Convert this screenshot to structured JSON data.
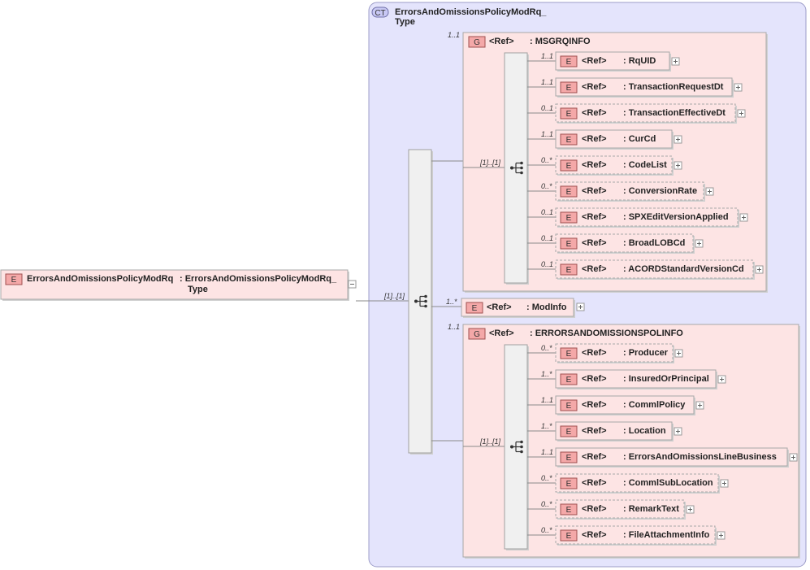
{
  "root": {
    "badge": "E",
    "name": "ErrorsAndOmissionsPolicyModRq",
    "type_line1": ": ErrorsAndOmissionsPolicyModRq_",
    "type_line2": "Type"
  },
  "complex_type": {
    "badge": "CT",
    "name_line1": "ErrorsAndOmissionsPolicyModRq_",
    "name_line2": "Type"
  },
  "ref_label": "<Ref>",
  "element_badge": "E",
  "group_badge": "G",
  "outer_sequence_card": "[1]..[1]",
  "groups": [
    {
      "card": "1..1",
      "name": ": MSGRQINFO",
      "sequence_card": "[1]..[1]",
      "items": [
        {
          "card": "1..1",
          "name": ": RqUID",
          "optional": false
        },
        {
          "card": "1..1",
          "name": ": TransactionRequestDt",
          "optional": false
        },
        {
          "card": "0..1",
          "name": ": TransactionEffectiveDt",
          "optional": true
        },
        {
          "card": "1..1",
          "name": ": CurCd",
          "optional": false
        },
        {
          "card": "0..*",
          "name": ": CodeList",
          "optional": true
        },
        {
          "card": "0..*",
          "name": ": ConversionRate",
          "optional": true
        },
        {
          "card": "0..1",
          "name": ": SPXEditVersionApplied",
          "optional": true
        },
        {
          "card": "0..1",
          "name": ": BroadLOBCd",
          "optional": true
        },
        {
          "card": "0..1",
          "name": ": ACORDStandardVersionCd",
          "optional": true
        }
      ]
    },
    {
      "card": "1..1",
      "name": ": ERRORSANDOMISSIONSPOLINFO",
      "sequence_card": "[1]..[1]",
      "items": [
        {
          "card": "0..*",
          "name": ": Producer",
          "optional": true
        },
        {
          "card": "1..*",
          "name": ": InsuredOrPrincipal",
          "optional": false
        },
        {
          "card": "1..1",
          "name": ": CommlPolicy",
          "optional": false
        },
        {
          "card": "1..*",
          "name": ": Location",
          "optional": false
        },
        {
          "card": "1..1",
          "name": ": ErrorsAndOmissionsLineBusiness",
          "optional": false
        },
        {
          "card": "0..*",
          "name": ": CommlSubLocation",
          "optional": true
        },
        {
          "card": "0..*",
          "name": ": RemarkText",
          "optional": true
        },
        {
          "card": "0..*",
          "name": ": FileAttachmentInfo",
          "optional": true
        }
      ]
    }
  ],
  "middle_element": {
    "card": "1..*",
    "name": ": ModInfo",
    "optional": false
  },
  "colors": {
    "element_fill": "#fde4e4",
    "element_border": "#a8a8a8",
    "badge_fill": "#f4a8a8",
    "complex_fill": "#e4e4fc",
    "complex_border": "#9c9cc8",
    "group_fill": "#fde4e4",
    "sequence_fill": "#f0f0f0",
    "line": "#8a8a8a"
  }
}
